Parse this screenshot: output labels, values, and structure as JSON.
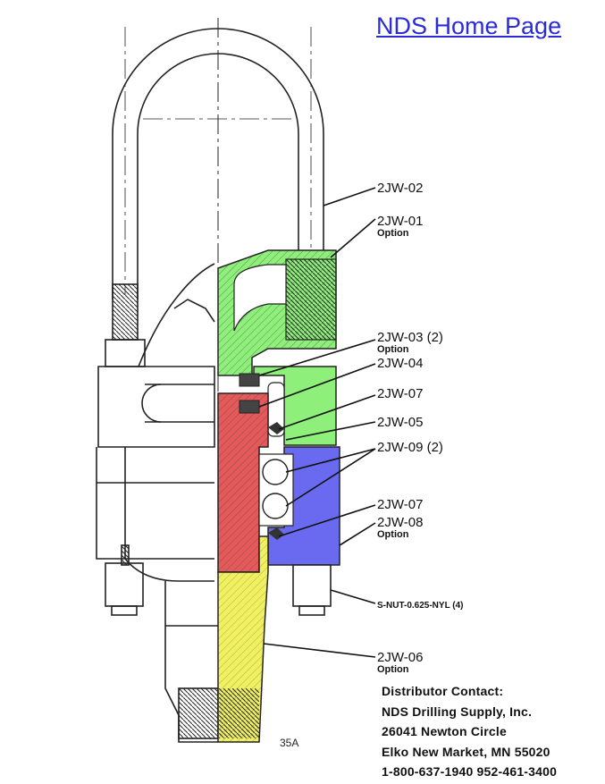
{
  "header": {
    "home_link": "NDS Home Page"
  },
  "callouts": [
    {
      "part": "2JW-02",
      "note": ""
    },
    {
      "part": "2JW-01",
      "note": "Option"
    },
    {
      "part": "2JW-03 (2)",
      "note": "Option"
    },
    {
      "part": "2JW-04",
      "note": ""
    },
    {
      "part": "2JW-07",
      "note": ""
    },
    {
      "part": "2JW-05",
      "note": ""
    },
    {
      "part": "2JW-09 (2)",
      "note": ""
    },
    {
      "part": "2JW-07",
      "note": ""
    },
    {
      "part": "2JW-08",
      "note": "Option"
    },
    {
      "part": "S-NUT-0.625-NYL (4)",
      "note": ""
    },
    {
      "part": "2JW-06",
      "note": "Option"
    }
  ],
  "figure_number": "35A",
  "contact": {
    "heading": "Distributor Contact:",
    "company": "NDS Drilling Supply, Inc.",
    "street": "26041 Newton Circle",
    "city": "Elko New Market, MN 55020",
    "phones": "1-800-637-1940  952-461-3400"
  },
  "colors": {
    "swivel_body": "#8ef07a",
    "bearing_housing": "#6a6af0",
    "stem": "#e45a5a",
    "sub": "#f0f060",
    "link": "#2b2bd8"
  }
}
